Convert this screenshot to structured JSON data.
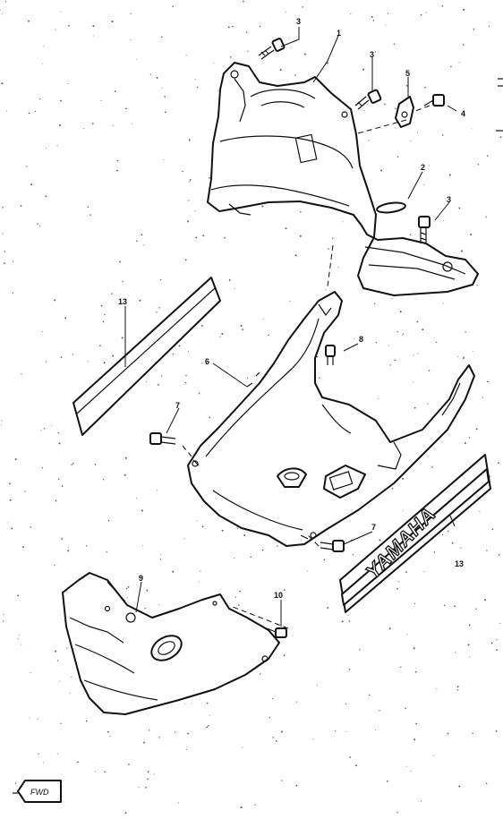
{
  "callouts": {
    "c1": "1",
    "c2": "2",
    "c3a": "3",
    "c3b": "3",
    "c3c": "3",
    "c4": "4",
    "c5": "5",
    "c6": "6",
    "c7a": "7",
    "c7b": "7",
    "c8": "8",
    "c9": "9",
    "c10": "10",
    "c13a": "13",
    "c13b": "13"
  },
  "decal": {
    "brand": "YAMAHA"
  },
  "fwd": {
    "label": "FWD"
  }
}
